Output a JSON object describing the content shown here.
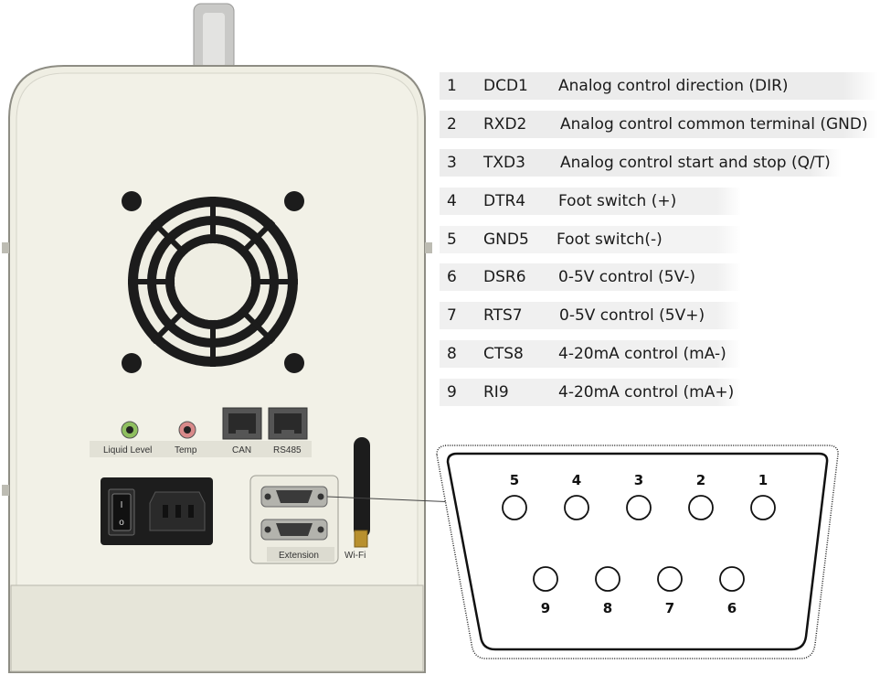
{
  "device": {
    "labels": {
      "liquid_level": "Liquid Level",
      "temp": "Temp",
      "can": "CAN",
      "rs485": "RS485",
      "extension": "Extension",
      "wifi": "Wi-Fi"
    },
    "switch": {
      "off": "o",
      "on": "I"
    }
  },
  "pins": [
    {
      "num": "1",
      "signal": "DCD1",
      "description": "Analog control direction (DIR)"
    },
    {
      "num": "2",
      "signal": "RXD2",
      "description": "Analog control common terminal (GND)"
    },
    {
      "num": "3",
      "signal": "TXD3",
      "description": "Analog control start and stop (Q/T)"
    },
    {
      "num": "4",
      "signal": "DTR4",
      "description": "Foot switch (+)"
    },
    {
      "num": "5",
      "signal": "GND5",
      "description": "Foot switch(-)"
    },
    {
      "num": "6",
      "signal": "DSR6",
      "description": "0-5V control (5V-)"
    },
    {
      "num": "7",
      "signal": "RTS7",
      "description": "0-5V control (5V+)"
    },
    {
      "num": "8",
      "signal": "CTS8",
      "description": "4-20mA control (mA-)"
    },
    {
      "num": "9",
      "signal": "RI9",
      "description": "4-20mA control (mA+)"
    }
  ],
  "connector": {
    "top_row": [
      "5",
      "4",
      "3",
      "2",
      "1"
    ],
    "bottom_row": [
      "9",
      "8",
      "7",
      "6"
    ]
  }
}
